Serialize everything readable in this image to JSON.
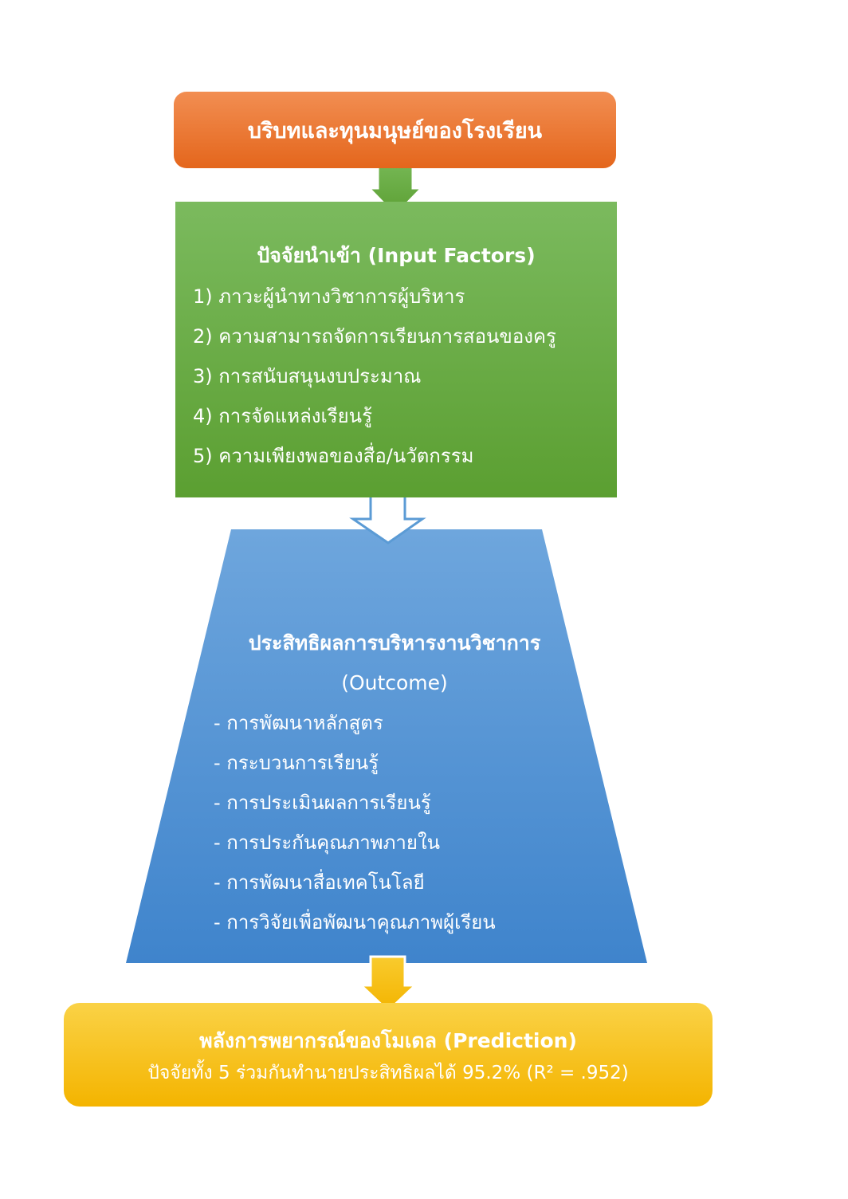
{
  "context_box": {
    "label": "บริบทและทุนมนุษย์ของโรงเรียน"
  },
  "input_box": {
    "title": "ปัจจัยนำเข้า (Input Factors)",
    "items": [
      "1) ภาวะผู้นำทางวิชาการผู้บริหาร",
      "2) ความสามารถจัดการเรียนการสอนของครู",
      "3) การสนับสนุนงบประมาณ",
      "4) การจัดแหล่งเรียนรู้",
      "5) ความเพียงพอของสื่อ/นวัตกรรม"
    ]
  },
  "outcome_box": {
    "title_line1": "ประสิทธิผลการบริหารงานวิชาการ",
    "title_line2": "(Outcome)",
    "items": [
      "- การพัฒนาหลักสูตร",
      "- กระบวนการเรียนรู้",
      "- การประเมินผลการเรียนรู้",
      "- การประกันคุณภาพภายใน",
      "- การพัฒนาสื่อเทคโนโลยี",
      "- การวิจัยเพื่อพัฒนาคุณภาพผู้เรียน"
    ]
  },
  "prediction_box": {
    "title": "พลังการพยากรณ์ของโมเดล (Prediction)",
    "subtitle": "ปัจจัยทั้ง 5 ร่วมกันทำนายประสิทธิผลได้ 95.2% (R² = .952)"
  },
  "colors": {
    "orange": "#e86f24",
    "green": "#66a83f",
    "blue": "#4a8fd6",
    "yellow": "#f7bf14",
    "outline_blue": "#5b9bd5"
  }
}
